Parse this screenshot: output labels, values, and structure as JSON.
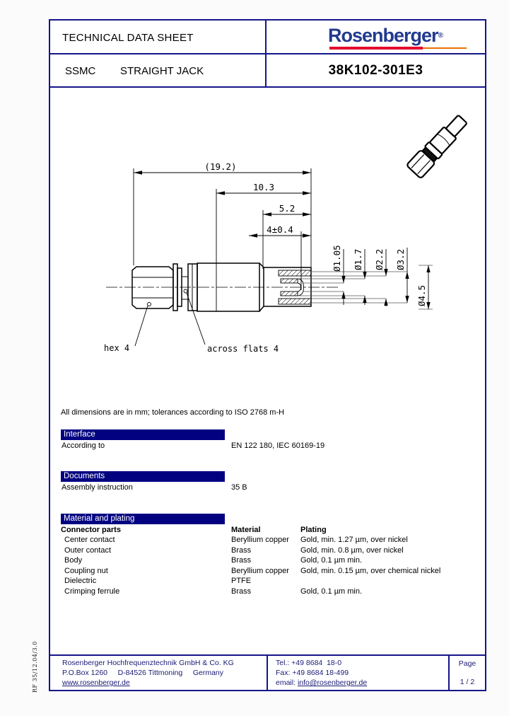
{
  "colors": {
    "frame": "#15158a",
    "section_bar": "#020281",
    "logo_navy": "#223a8f",
    "logo_red": "#e4032e",
    "logo_orange": "#e87200",
    "footer_text": "#1b1b75"
  },
  "header": {
    "title": "TECHNICAL DATA SHEET",
    "series": "SSMC",
    "type": "STRAIGHT JACK",
    "part_number": "38K102-301E3",
    "logo_text": "Rosenberger",
    "logo_reg": "®"
  },
  "drawing": {
    "dims": {
      "overall": "(19.2)",
      "d103": "10.3",
      "d52": "5.2",
      "d4": "4±0.4"
    },
    "diameters": [
      "Ø1.05",
      "Ø1.7",
      "Ø2.2",
      "Ø3.2",
      "Ø4.5"
    ],
    "callouts": {
      "hex": "hex 4",
      "across_flats": "across flats 4"
    },
    "note": "All dimensions are in mm; tolerances according to ISO 2768 m-H"
  },
  "sections": {
    "interface": {
      "title": "Interface",
      "label": "According to",
      "value": "EN 122 180, IEC 60169-19"
    },
    "documents": {
      "title": "Documents",
      "label": "Assembly instruction",
      "value": "35 B"
    },
    "material": {
      "title": "Material and plating",
      "col_headers": [
        "Connector parts",
        "Material",
        "Plating"
      ],
      "rows": [
        {
          "part": "Center contact",
          "material": "Beryllium copper",
          "plating": "Gold, min. 1.27 µm, over nickel"
        },
        {
          "part": "Outer contact",
          "material": "Brass",
          "plating": "Gold, min. 0.8 µm, over nickel"
        },
        {
          "part": "Body",
          "material": "Brass",
          "plating": "Gold, 0.1 µm min."
        },
        {
          "part": "Coupling nut",
          "material": "Beryllium copper",
          "plating": "Gold, min. 0.15 µm, over chemical nickel"
        },
        {
          "part": "Dielectric",
          "material": "PTFE",
          "plating": ""
        },
        {
          "part": "Crimping ferrule",
          "material": "Brass",
          "plating": "Gold, 0.1 µm min."
        }
      ]
    }
  },
  "footer": {
    "company": "Rosenberger Hochfrequenztechnik GmbH & Co. KG",
    "address": "P.O.Box 1260     D-84526 Tittmoning     Germany",
    "website": "www.rosenberger.de",
    "tel": "Tel.: +49 8684  18-0",
    "fax": "Fax: +49 8684 18-499",
    "email_label": "email: ",
    "email": "info@rosenberger.de",
    "page_label": "Page",
    "page_value": "1 / 2"
  },
  "side_note": "RF 35/12.04/3.0"
}
